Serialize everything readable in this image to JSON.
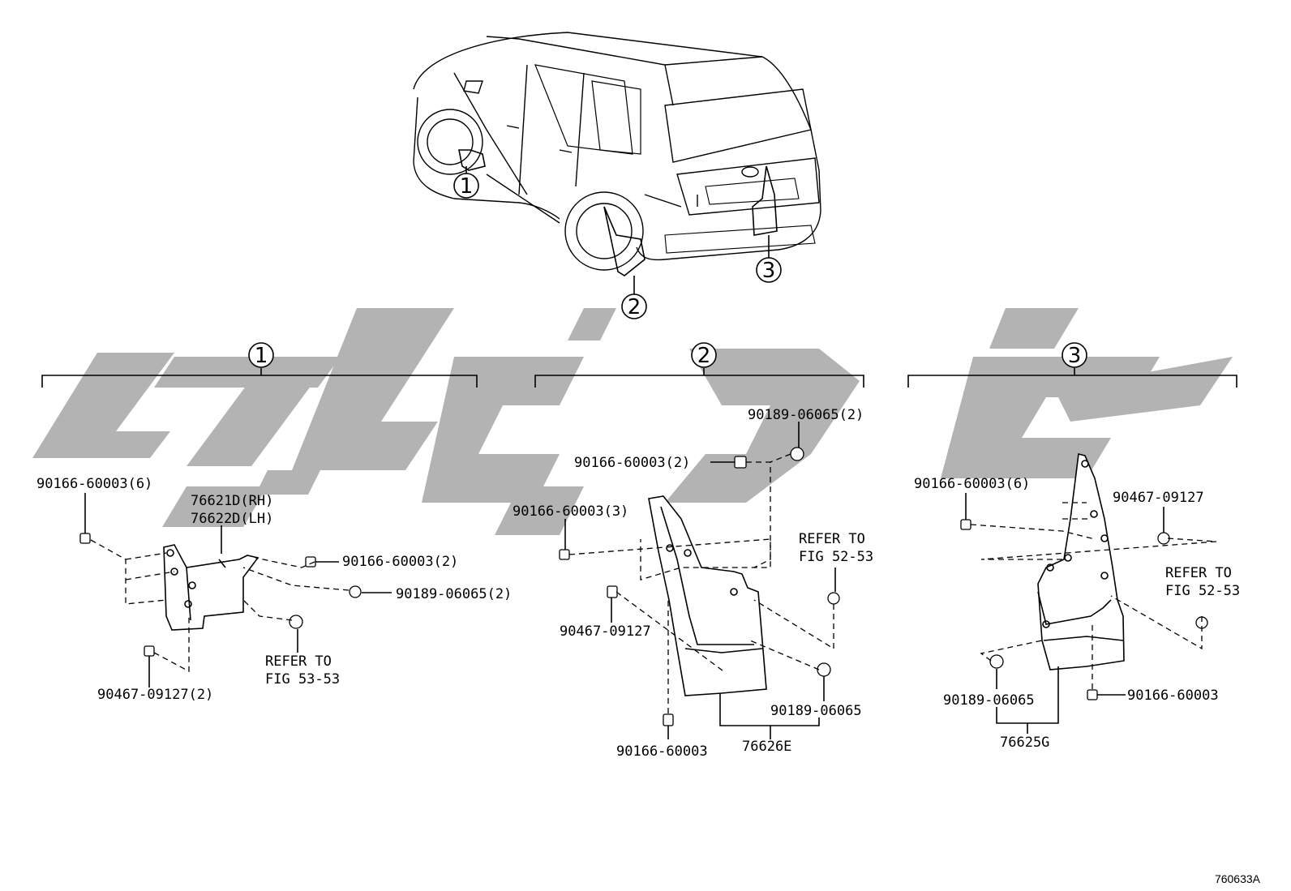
{
  "diagram": {
    "vehicle_callouts": [
      "1",
      "2",
      "3"
    ],
    "group_headers": [
      "1",
      "2",
      "3"
    ],
    "groups": [
      {
        "id": "1",
        "labels": {
          "screw_6": "90166-60003(6)",
          "part_rh": "76621D(RH)",
          "part_lh": "76622D(LH)",
          "screw_2": "90166-60003(2)",
          "nut_2": "90189-06065(2)",
          "bolt_2": "90467-09127(2)",
          "refer_1": "REFER TO",
          "refer_2": "FIG 53-53"
        }
      },
      {
        "id": "2",
        "labels": {
          "nut_2": "90189-06065(2)",
          "screw_2": "90166-60003(2)",
          "screw_3": "90166-60003(3)",
          "refer_1": "REFER TO",
          "refer_2": "FIG 52-53",
          "bolt": "90467-09127",
          "nut": "90189-06065",
          "screw": "90166-60003",
          "part": "76626E"
        }
      },
      {
        "id": "3",
        "labels": {
          "screw_6": "90166-60003(6)",
          "bolt": "90467-09127",
          "refer_1": "REFER TO",
          "refer_2": "FIG 52-53",
          "nut": "90189-06065",
          "screw": "90166-60003",
          "part": "76625G"
        }
      }
    ],
    "figure_id": "760633A"
  }
}
